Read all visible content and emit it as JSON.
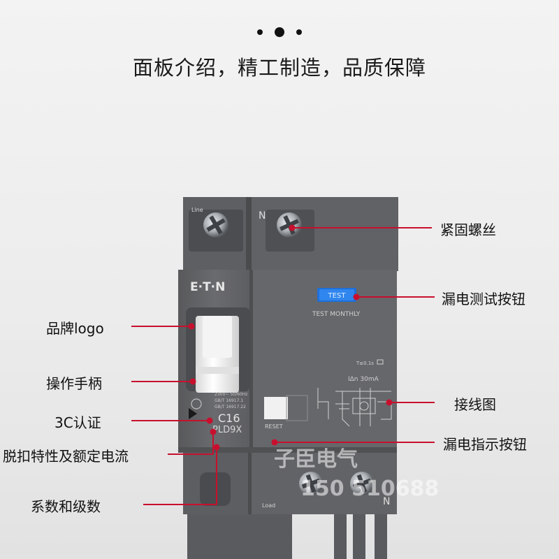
{
  "header": {
    "title": "面板介绍，精工制造，品质保障"
  },
  "device": {
    "brand_logo": "E·T·N",
    "label_line": "Line",
    "label_n_top": "N",
    "test_button_label": "TEST",
    "test_monthly": "TEST MONTHLY",
    "reset_label": "RESET",
    "rating": "C16",
    "model": "PLD9X",
    "trip_time": "T≤0.1s",
    "residual_current": "IΔn 30mA",
    "standards": [
      "230V~ 50/60Hz",
      "GB/T 16917.1",
      "GB/T 16917.22"
    ],
    "label_load": "Load",
    "label_n_bottom": "N"
  },
  "callouts": {
    "screw": "紧固螺丝",
    "test_button": "漏电测试按钮",
    "brand_logo": "品牌logo",
    "handle": "操作手柄",
    "wiring_diagram": "接线图",
    "cert_3c": "3C认证",
    "leak_indicator": "漏电指示按钮",
    "trip_characteristic": "脱扣特性及额定电流",
    "class": "系数和级数"
  },
  "watermark": {
    "shop": "子臣电气",
    "phone": "150 510688"
  },
  "colors": {
    "callout_line": "#c8102e",
    "device_body": "#646669",
    "test_button": "#1e6fd9"
  }
}
